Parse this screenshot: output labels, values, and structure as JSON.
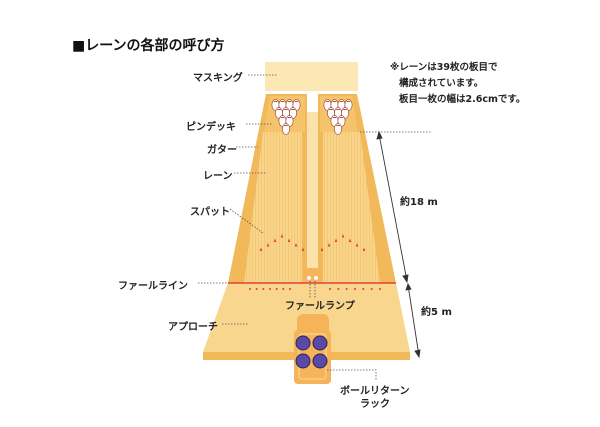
{
  "title": "■レーンの各部の呼び方",
  "note": [
    "※レーンは39枚の板目で",
    "構成されています。",
    "板目一枚の幅は2.6cmです。"
  ],
  "labels": {
    "masking": "マスキング",
    "pin_deck": "ピンデッキ",
    "gutter": "ガター",
    "lane": "レーン",
    "spot": "スパット",
    "foul_line": "ファールライン",
    "foul_lamp": "ファールランプ",
    "approach": "アプローチ",
    "ball_return_1": "ボールリターン",
    "ball_return_2": "ラック"
  },
  "dimensions": {
    "lane_length": "約18 m",
    "approach_length": "約5 m"
  },
  "colors": {
    "masking": "#fbe8b4",
    "gutter": "#f2b95a",
    "lane": "#f9d58c",
    "approach": "#f9d68e",
    "foul_line": "#e0403a",
    "ball": "#5a4aa6"
  }
}
